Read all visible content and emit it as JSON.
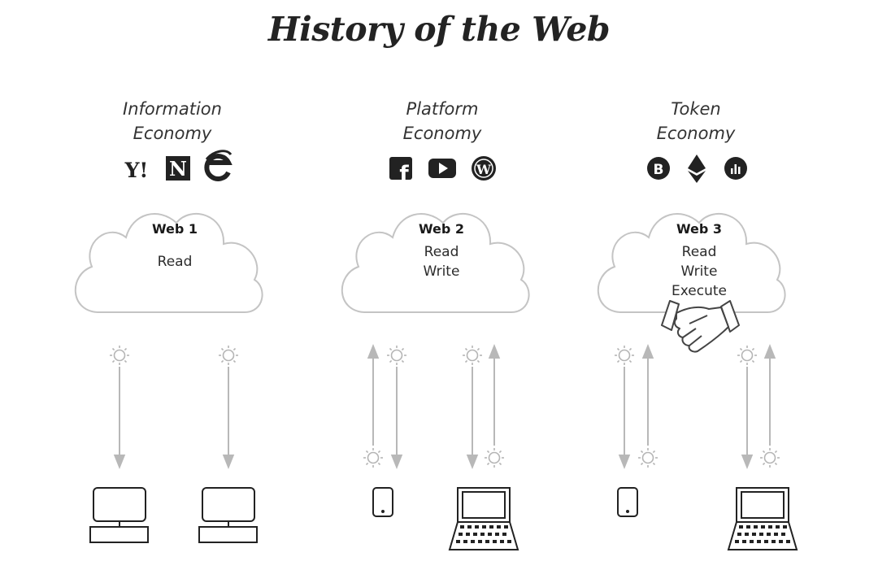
{
  "title": "History of the Web",
  "columns": [
    {
      "economy_line1": "Information",
      "economy_line2": "Economy",
      "brand_icons": [
        "yahoo-icon",
        "netscape-icon",
        "internet-explorer-icon"
      ],
      "yahoo_text": "Y!",
      "netscape_text": "N",
      "web_label": "Web 1",
      "capabilities": [
        "Read"
      ]
    },
    {
      "economy_line1": "Platform",
      "economy_line2": "Economy",
      "brand_icons": [
        "facebook-icon",
        "youtube-icon",
        "wordpress-icon"
      ],
      "facebook_text": "f",
      "wordpress_text": "W",
      "web_label": "Web 2",
      "capabilities": [
        "Read",
        "Write"
      ]
    },
    {
      "economy_line1": "Token",
      "economy_line2": "Economy",
      "brand_icons": [
        "bitcoin-icon",
        "ethereum-icon",
        "chart-token-icon"
      ],
      "bitcoin_text": "B",
      "web_label": "Web 3",
      "capabilities": [
        "Read",
        "Write",
        "Execute"
      ],
      "extra_icon": "handshake-icon"
    }
  ],
  "colors": {
    "text": "#1e1e1e",
    "line": "#b8b8b8",
    "cloud_stroke": "#c4c4c4",
    "device": "#222222"
  }
}
